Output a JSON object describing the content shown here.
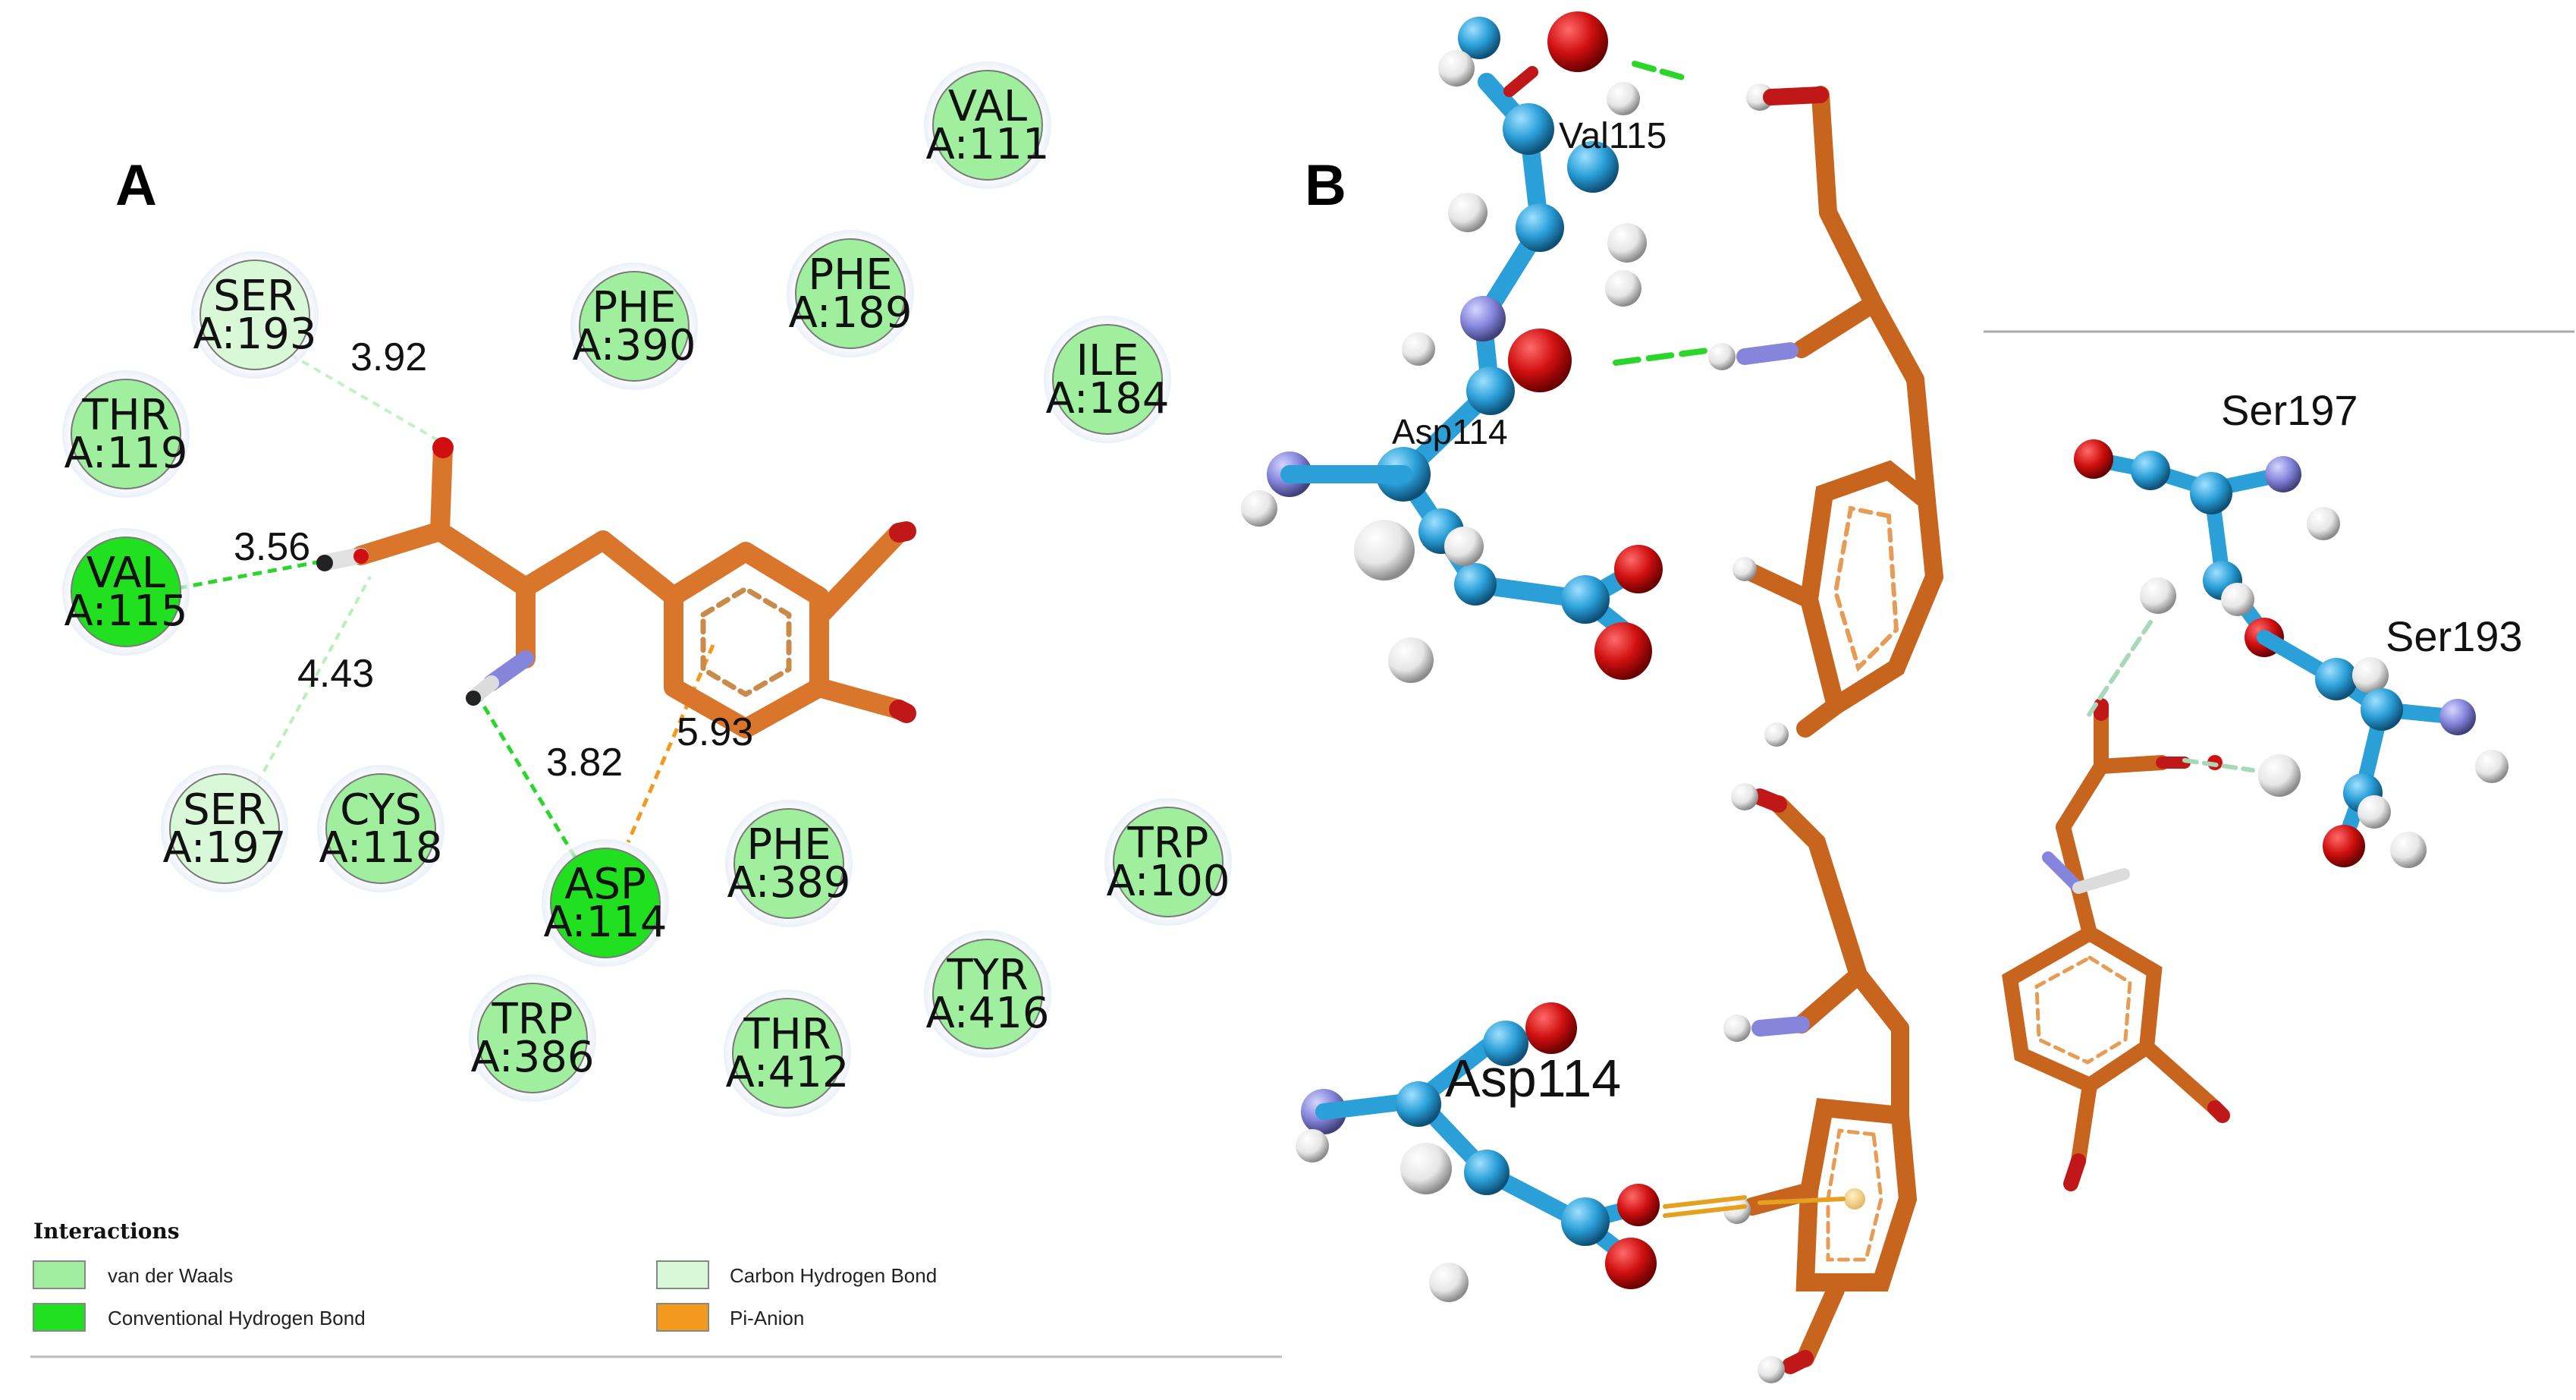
{
  "panel_a": {
    "letter": "A",
    "residues": [
      {
        "name": "VAL",
        "chain": "A:111",
        "type": "vdw"
      },
      {
        "name": "SER",
        "chain": "A:193",
        "type": "chb"
      },
      {
        "name": "PHE",
        "chain": "A:390",
        "type": "vdw"
      },
      {
        "name": "PHE",
        "chain": "A:189",
        "type": "vdw"
      },
      {
        "name": "ILE",
        "chain": "A:184",
        "type": "vdw"
      },
      {
        "name": "THR",
        "chain": "A:119",
        "type": "vdw"
      },
      {
        "name": "VAL",
        "chain": "A:115",
        "type": "hbond"
      },
      {
        "name": "SER",
        "chain": "A:197",
        "type": "chb"
      },
      {
        "name": "CYS",
        "chain": "A:118",
        "type": "vdw"
      },
      {
        "name": "ASP",
        "chain": "A:114",
        "type": "hbond"
      },
      {
        "name": "PHE",
        "chain": "A:389",
        "type": "vdw"
      },
      {
        "name": "TRP",
        "chain": "A:100",
        "type": "vdw"
      },
      {
        "name": "TYR",
        "chain": "A:416",
        "type": "vdw"
      },
      {
        "name": "TRP",
        "chain": "A:386",
        "type": "vdw"
      },
      {
        "name": "THR",
        "chain": "A:412",
        "type": "vdw"
      }
    ],
    "distances": [
      "3.92",
      "3.56",
      "4.43",
      "3.82",
      "5.93"
    ],
    "legend": {
      "title": "Interactions",
      "items": [
        {
          "label": "van der Waals",
          "color": "#9fef9f"
        },
        {
          "label": "Conventional Hydrogen Bond",
          "color": "#20e020"
        },
        {
          "label": "Carbon Hydrogen Bond",
          "color": "#d8f8d8"
        },
        {
          "label": "Pi-Anion",
          "color": "#f39a1e"
        }
      ]
    }
  },
  "panel_b": {
    "letter": "B",
    "labels": {
      "val115": "Val115",
      "asp114_top": "Asp114",
      "ser197": "Ser197",
      "ser193": "Ser193",
      "asp114_bottom": "Asp114"
    }
  },
  "colors": {
    "vdw": "#9fef9f",
    "hbond": "#20e020",
    "chb": "#d8f8d8",
    "ligand": "#d9762c",
    "oxygen": "#d01010",
    "nitrogen": "#8585dc",
    "carbon_blue": "#2a9fd8",
    "hydrogen": "#e8e8e8",
    "pi_anion": "#f39a1e"
  }
}
